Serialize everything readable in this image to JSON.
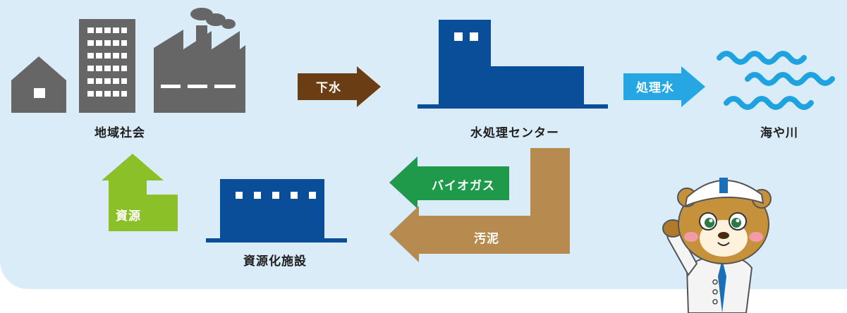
{
  "labels": {
    "community": "地域社会",
    "center": "水処理センター",
    "sea": "海や川",
    "recycle": "資源化施設"
  },
  "arrows": {
    "sewage": "下水",
    "treated": "処理水",
    "biogas": "バイオガス",
    "sludge": "汚泥",
    "resource": "資源"
  },
  "colors": {
    "background": "#d9ecf8",
    "gray_building": "#666666",
    "navy_building": "#0a4e99",
    "sewage_arrow": "#6b3d14",
    "treated_arrow": "#26a6e3",
    "biogas_arrow": "#1e9a4a",
    "sludge_arrow": "#b78a4f",
    "resource_arrow": "#8cc028",
    "waves": "#1ea2e0"
  }
}
